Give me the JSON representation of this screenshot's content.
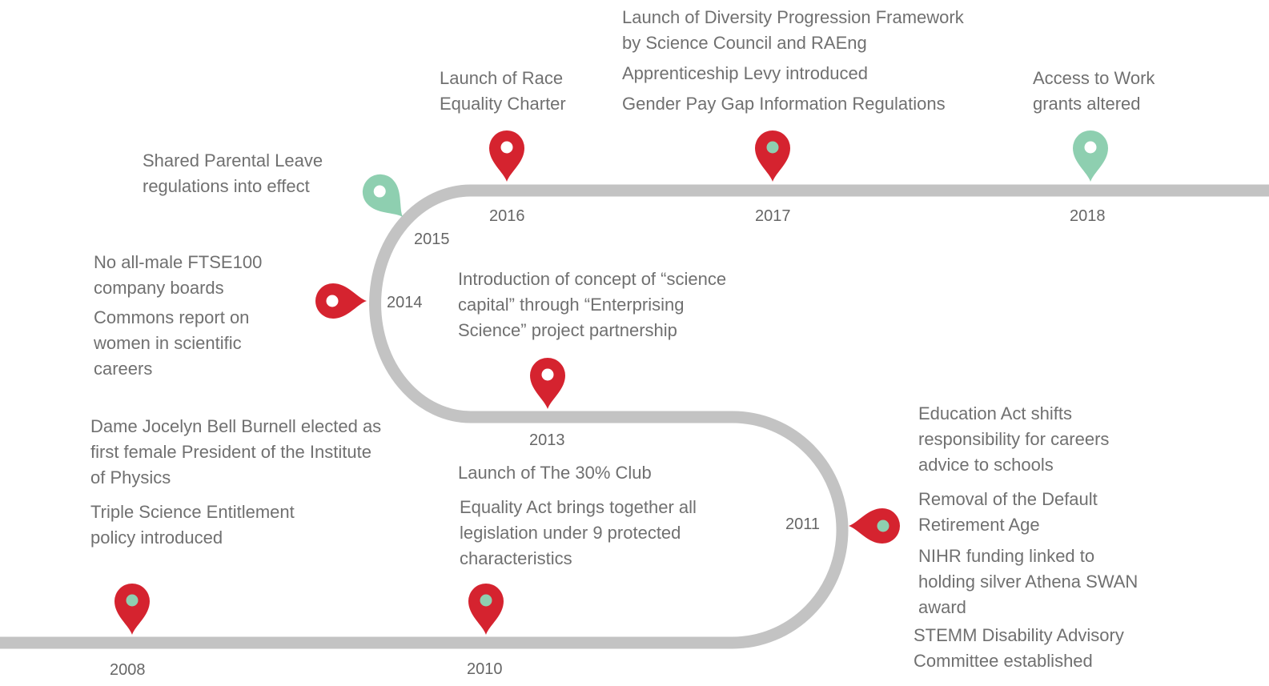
{
  "colors": {
    "track": "#c3c3c3",
    "pin_red": "#d5232f",
    "pin_green": "#8ecfb0",
    "dot_white": "#ffffff",
    "dot_green": "#8ecfb0",
    "text": "#707070"
  },
  "years": {
    "y2008": "2008",
    "y2010": "2010",
    "y2011": "2011",
    "y2013": "2013",
    "y2014": "2014",
    "y2015": "2015",
    "y2016": "2016",
    "y2017": "2017",
    "y2018": "2018"
  },
  "events": {
    "e2017a": [
      "Launch of Diversity Progression Framework",
      "by Science Council and RAEng"
    ],
    "e2017b": [
      "Apprenticeship Levy introduced"
    ],
    "e2017c": [
      "Gender Pay Gap Information Regulations"
    ],
    "e2016": [
      "Launch of Race",
      "Equality Charter"
    ],
    "e2018": [
      "Access to Work",
      "grants altered"
    ],
    "e2015": [
      "Shared Parental Leave",
      "regulations into effect"
    ],
    "e2014a": [
      "No all-male FTSE100",
      "company boards"
    ],
    "e2014b": [
      "Commons report on",
      "women in scientific",
      "careers"
    ],
    "e2013": [
      "Introduction of concept of “science",
      "capital” through “Enterprising",
      "Science” project partnership"
    ],
    "e2008a": [
      "Dame Jocelyn Bell Burnell elected as",
      "first female President of the Institute",
      "of Physics"
    ],
    "e2008b": [
      "Triple Science Entitlement",
      "policy introduced"
    ],
    "e2010a": [
      "Launch of The 30% Club"
    ],
    "e2010b": [
      "Equality Act brings together all",
      "legislation under 9 protected",
      "characteristics"
    ],
    "e2011a": [
      "Education Act shifts",
      "responsibility for careers",
      "advice to schools"
    ],
    "e2011b": [
      "Removal of the Default",
      "Retirement Age"
    ],
    "e2011c": [
      "NIHR funding linked to",
      "holding silver Athena SWAN",
      "award"
    ],
    "e2011d": [
      "STEMM Disability Advisory",
      "Committee established"
    ]
  },
  "pins": {
    "p2008": {
      "color": "red",
      "dot": "green",
      "direction": "down"
    },
    "p2010": {
      "color": "red",
      "dot": "green",
      "direction": "down"
    },
    "p2011": {
      "color": "red",
      "dot": "green",
      "direction": "left"
    },
    "p2013": {
      "color": "red",
      "dot": "white",
      "direction": "down"
    },
    "p2014": {
      "color": "red",
      "dot": "white",
      "direction": "right"
    },
    "p2015": {
      "color": "green",
      "dot": "white",
      "direction": "down-right"
    },
    "p2016": {
      "color": "red",
      "dot": "white",
      "direction": "down"
    },
    "p2017": {
      "color": "red",
      "dot": "green",
      "direction": "down"
    },
    "p2018": {
      "color": "green",
      "dot": "white",
      "direction": "down"
    }
  }
}
